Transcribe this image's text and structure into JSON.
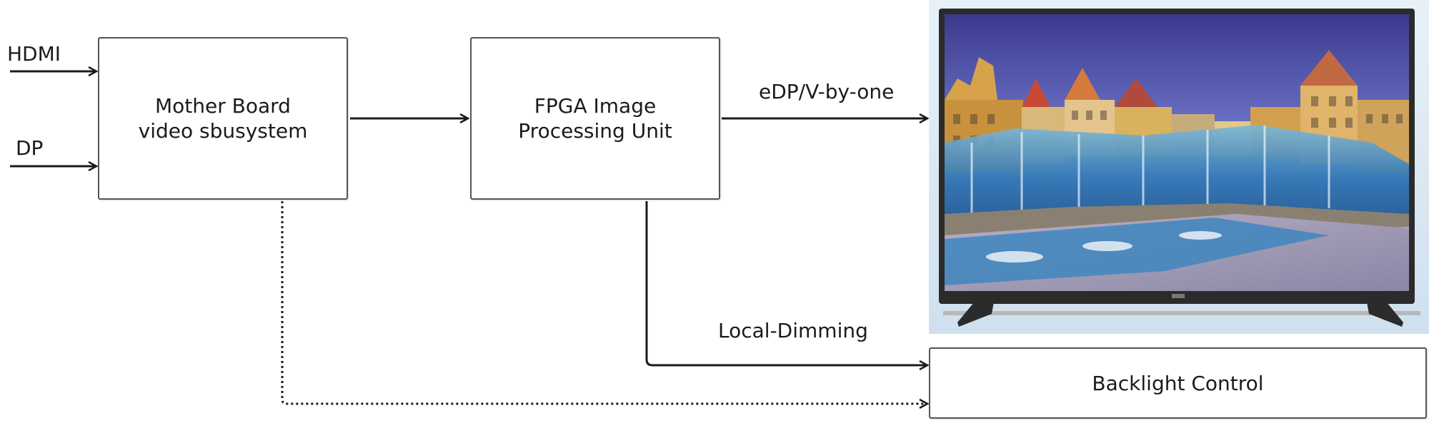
{
  "inputs": {
    "hdmi": "HDMI",
    "dp": "DP"
  },
  "blocks": {
    "mother_board": "Mother Board\nvideo sbusystem",
    "fpga": "FPGA Image\nProcessing Unit",
    "backlight": "Backlight Control"
  },
  "links": {
    "edp": "eDP/V-by-one",
    "local_dimming": "Local-Dimming"
  },
  "colors": {
    "line": "#1b1b1b",
    "box_border": "#555555",
    "tv_frame": "#2b2b2b",
    "tv_backdrop": "#dbe9f4"
  }
}
